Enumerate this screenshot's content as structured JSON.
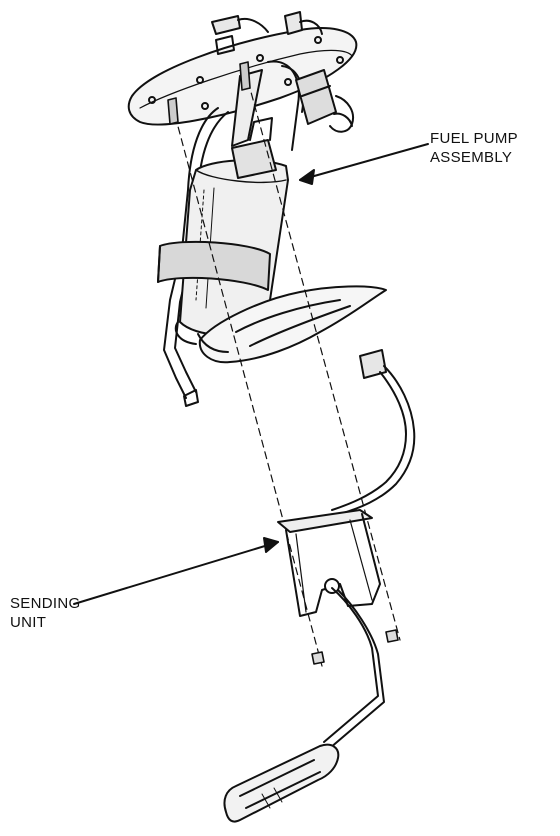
{
  "diagram": {
    "callouts": {
      "fuel_pump": {
        "line1": "FUEL PUMP",
        "line2": "ASSEMBLY"
      },
      "sending_unit": {
        "line1": "SENDING",
        "line2": "UNIT"
      }
    },
    "colors": {
      "ink": "#111111",
      "paper": "#ffffff"
    }
  }
}
